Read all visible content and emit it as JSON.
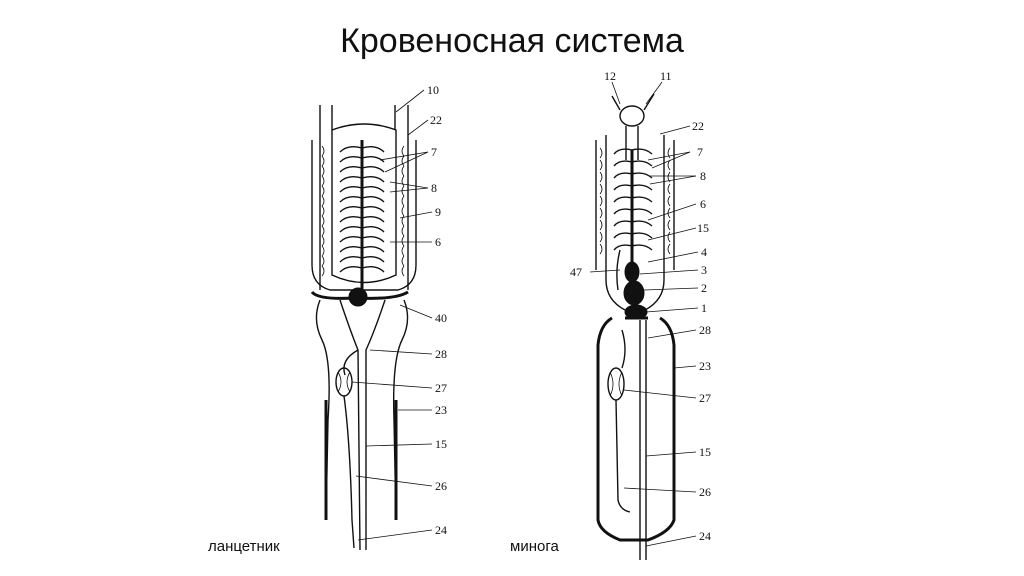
{
  "title": "Кровеносная система",
  "captions": {
    "left": "ланцетник",
    "right": "минога"
  },
  "lancelet_labels": [
    "10",
    "22",
    "7",
    "8",
    "9",
    "6",
    "40",
    "28",
    "27",
    "23",
    "15",
    "26",
    "24"
  ],
  "lamprey_labels": [
    "12",
    "11",
    "22",
    "7",
    "8",
    "6",
    "15",
    "4",
    "47",
    "3",
    "2",
    "1",
    "28",
    "23",
    "27",
    "15",
    "26",
    "24"
  ],
  "colors": {
    "ink": "#111111",
    "background": "#ffffff"
  }
}
